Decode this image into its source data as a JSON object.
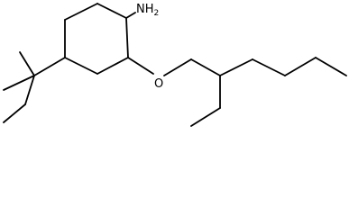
{
  "molecule": {
    "atoms": {
      "amine": {
        "symbol": "NH",
        "subscript": "2"
      },
      "ether_oxygen": {
        "symbol": "O"
      }
    },
    "bond_color": "#000000",
    "background": "#ffffff"
  }
}
